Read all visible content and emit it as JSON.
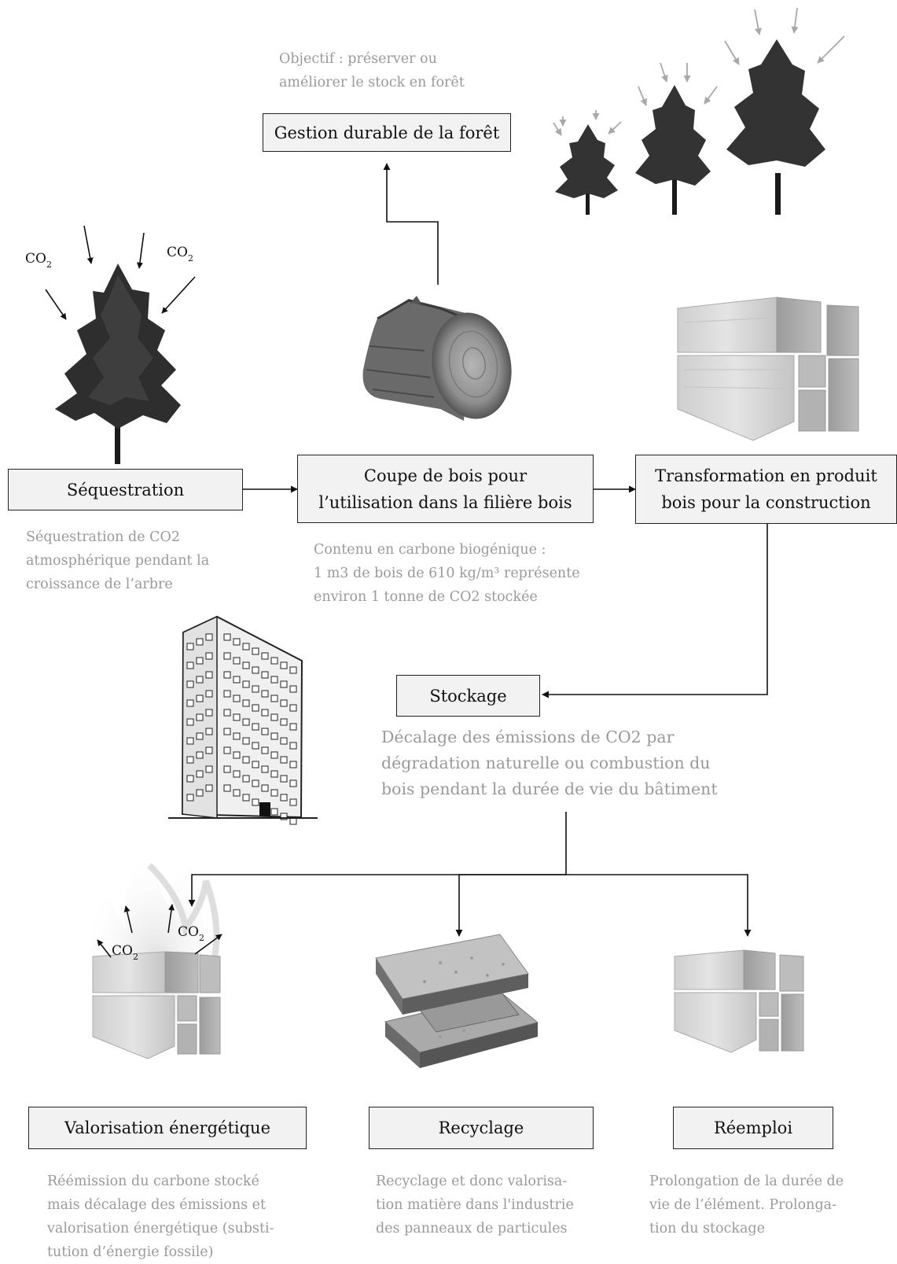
{
  "boxes": {
    "gestion": "Gestion durable de la forêt",
    "sequestration": "Séquestration",
    "coupe": [
      "Coupe de bois pour",
      "l’utilisation dans la filière bois"
    ],
    "transformation": [
      "Transformation en produit",
      "bois pour la construction"
    ],
    "stockage": "Stockage",
    "valorisation": "Valorisation énergétique",
    "recyclage": "Recyclage",
    "reemploi": "Réemploi"
  },
  "notes": {
    "objectif": [
      "Objectif : préserver ou",
      "améliorer le stock en forêt"
    ],
    "sequestration": [
      "Séquestration de CO2",
      "atmosphérique pendant la",
      "croissance de l’arbre"
    ],
    "carbone": [
      "Contenu en carbone biogénique :",
      "1 m3 de bois de 610 kg/m³ représente",
      "environ 1 tonne de CO2 stockée"
    ],
    "stockage": [
      "Décalage des émissions de CO2 par",
      "dégradation naturelle ou combustion du",
      "bois pendant la durée de vie du bâtiment"
    ],
    "valorisation": [
      "Réémission du carbone stocké",
      "mais décalage des émissions et",
      "valorisation énergétique (substi-",
      "tution d’énergie fossile)"
    ],
    "recyclage": [
      "Recyclage et donc valorisa-",
      "tion matière dans l'industrie",
      "des panneaux de particules"
    ],
    "reemploi": [
      "Prolongation de la durée de",
      "vie de l’élément. Prolonga-",
      "tion du stockage"
    ]
  },
  "co2_labels": {
    "main": "CO",
    "sub": "2"
  },
  "icons": [
    "tree-icon",
    "small-trees-icon",
    "log-icon",
    "timber-beams-icon",
    "building-icon",
    "fire-icon",
    "particle-board-icon"
  ],
  "colors": {
    "box_fill": "#f2f2f2",
    "note_text": "#9a9a9a",
    "arrow_gray": "#a8a8a8"
  }
}
